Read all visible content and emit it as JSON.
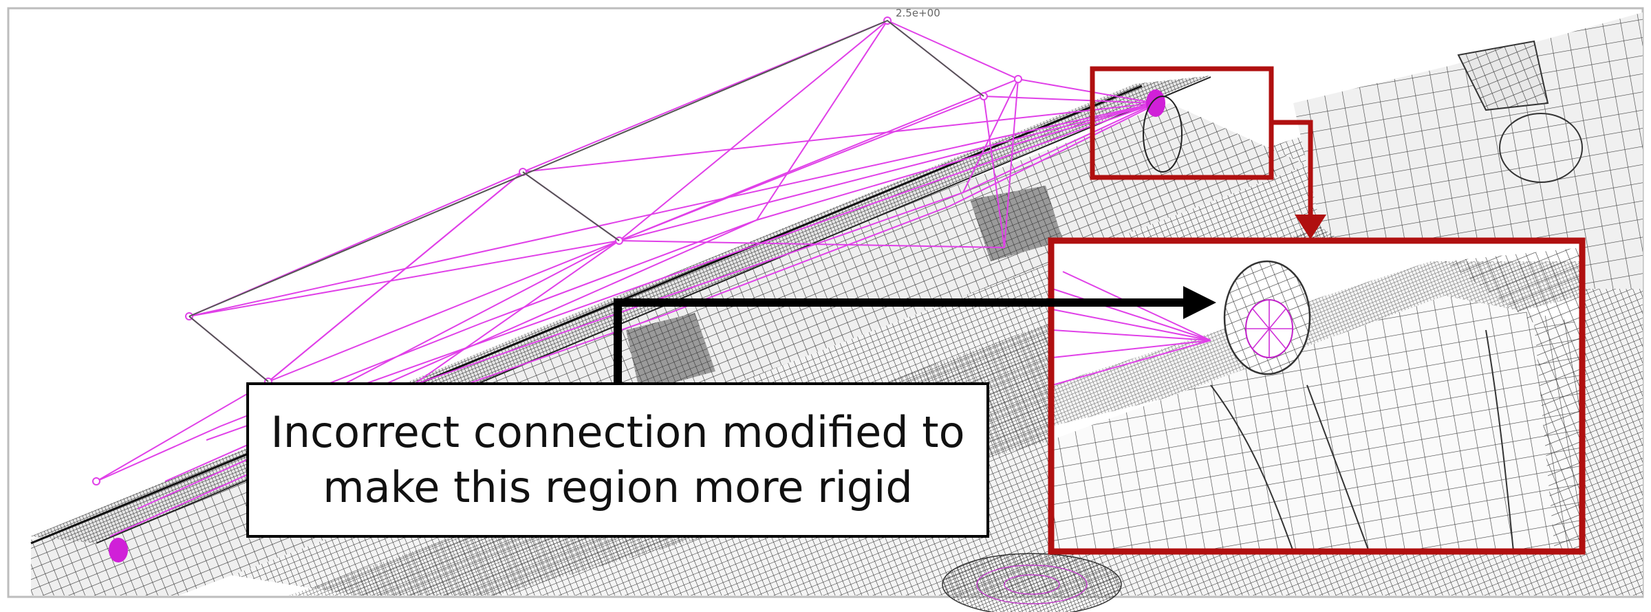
{
  "annotation": {
    "text": "Incorrect connection modified to\nmake this region more rigid"
  },
  "model_label": "2.5e+00",
  "colors": {
    "mesh_lines": "#2b2b2b",
    "surface_fill": "#f4f4f4",
    "connection_lines": "#e040e8",
    "highlight_border": "#b01010",
    "callout_arrow": "#000000",
    "figure_frame": "#bdbdbd"
  },
  "highlight_regions": [
    {
      "name": "connection-detail",
      "role": "source"
    },
    {
      "name": "zoomed-inset",
      "role": "magnified-view"
    }
  ]
}
